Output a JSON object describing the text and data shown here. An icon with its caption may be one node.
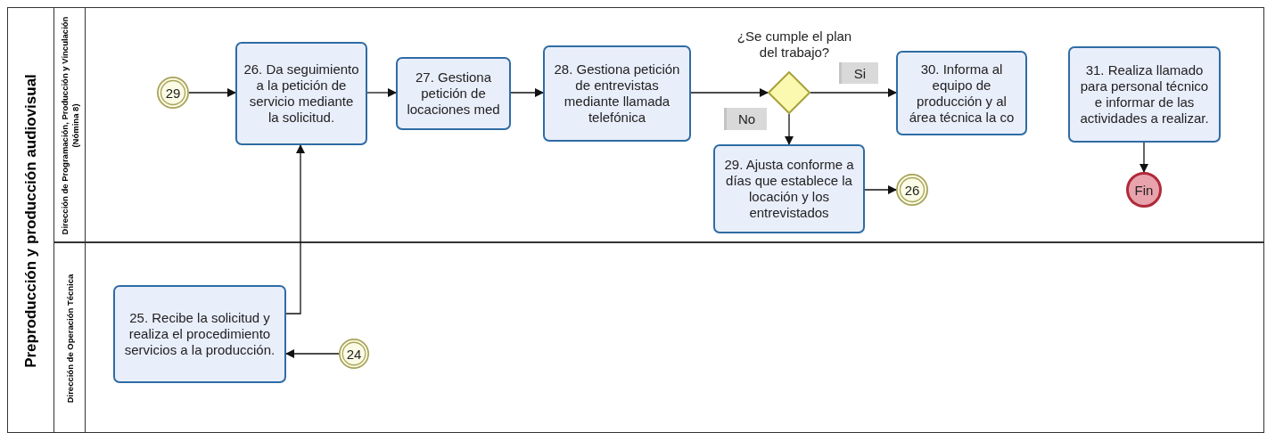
{
  "diagram": {
    "nodes": [
      {
        "text": [
          "Preproducción y producción audiovisual"
        ]
      },
      {
        "text": [
          "Dirección de Programación, Producción y Vinculación (Nómina 8)"
        ],
        "in": 0
      },
      {
        "text": [
          "Dirección de Operación Técnica"
        ],
        "in": 0
      },
      {
        "text": [
          "29"
        ],
        "in": 1
      },
      {
        "text": [
          "26. Da seguimiento a la petición de servicio mediante la solicitud."
        ],
        "in": 1
      },
      {
        "text": [
          "27. Gestiona petición de locaciones med"
        ],
        "in": 1
      },
      {
        "text": [
          "28. Gestiona petición de entrevistas mediante llamada telefónica"
        ],
        "in": 1
      },
      {
        "text": [
          "¿Se cumple el plan del trabajo?"
        ],
        "in": 1
      },
      {
        "text": [
          "30. Informa al equipo de producción y al área técnica la co"
        ],
        "in": 1
      },
      {
        "text": [
          "31. Realiza llamado para personal técnico e informar de las actividades a realizar."
        ],
        "in": 1
      },
      {
        "text": [
          "Fin"
        ],
        "in": 1
      },
      {
        "text": [
          "29. Ajusta conforme a días que establece la locación y los entrevistados"
        ],
        "in": 1
      },
      {
        "text": [
          "26"
        ],
        "in": 1
      },
      {
        "text": [
          "25. Recibe la solicitud y realiza el procedimiento servicios a la producción."
        ],
        "in": 2
      },
      {
        "text": [
          "24"
        ],
        "in": 2
      }
    ],
    "edges": [
      {
        "from": 3,
        "to": 4,
        "arrow": "to"
      },
      {
        "from": 4,
        "to": 5,
        "arrow": "to"
      },
      {
        "from": 5,
        "to": 6,
        "arrow": "to"
      },
      {
        "from": 6,
        "to": 7,
        "arrow": "to"
      },
      {
        "from": 7,
        "to": 8,
        "arrow": "to",
        "label": "Si"
      },
      {
        "from": 7,
        "to": 11,
        "arrow": "to",
        "label": "No"
      },
      {
        "from": 11,
        "to": 12,
        "arrow": "to"
      },
      {
        "from": 9,
        "to": 10,
        "arrow": "to"
      },
      {
        "from": 13,
        "to": 4,
        "arrow": "to"
      },
      {
        "from": 14,
        "to": 13,
        "arrow": "to"
      }
    ]
  }
}
